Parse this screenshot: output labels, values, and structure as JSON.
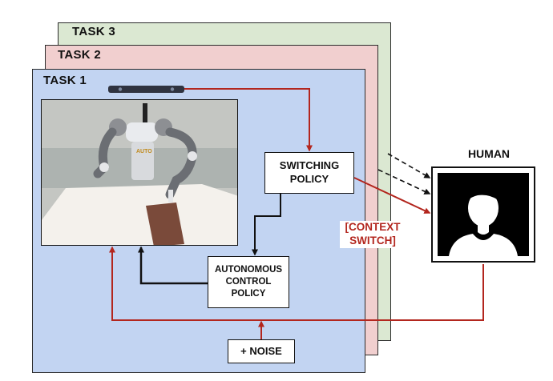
{
  "tasks": {
    "task3": "TASK 3",
    "task2": "TASK 2",
    "task1": "TASK 1"
  },
  "switching_policy": {
    "line1": "SWITCHING",
    "line2": "POLICY"
  },
  "autonomous_policy": {
    "line1": "AUTONOMOUS",
    "line2": "CONTROL",
    "line3": "POLICY"
  },
  "noise": "+ NOISE",
  "context_switch": {
    "line1": "[CONTEXT",
    "line2": "SWITCH]"
  },
  "human": {
    "title": "HUMAN",
    "icon": "person-silhouette-icon"
  },
  "photo": {
    "icon": "robot-photo",
    "logo_text": "AUTO"
  },
  "colors": {
    "task3_bg": "#dbe8d2",
    "task2_bg": "#f1cfcf",
    "task1_bg": "#c2d4f2",
    "context_red": "#b3261e",
    "arrow_black": "#111111"
  }
}
